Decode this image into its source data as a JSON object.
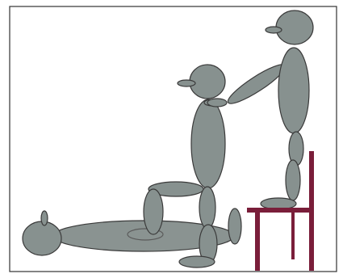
{
  "figure": {
    "type": "illustration",
    "figures": [
      "lying-figure",
      "kneeling-figure",
      "standing-on-chair-figure"
    ],
    "objects": [
      "chair"
    ],
    "colors": {
      "background": "#ffffff",
      "border": "#333333",
      "body_fill": "#87918f",
      "body_stroke": "#3a3a3a",
      "ground_shadow": "#8a9391",
      "chair": "#7a1e3a"
    }
  }
}
